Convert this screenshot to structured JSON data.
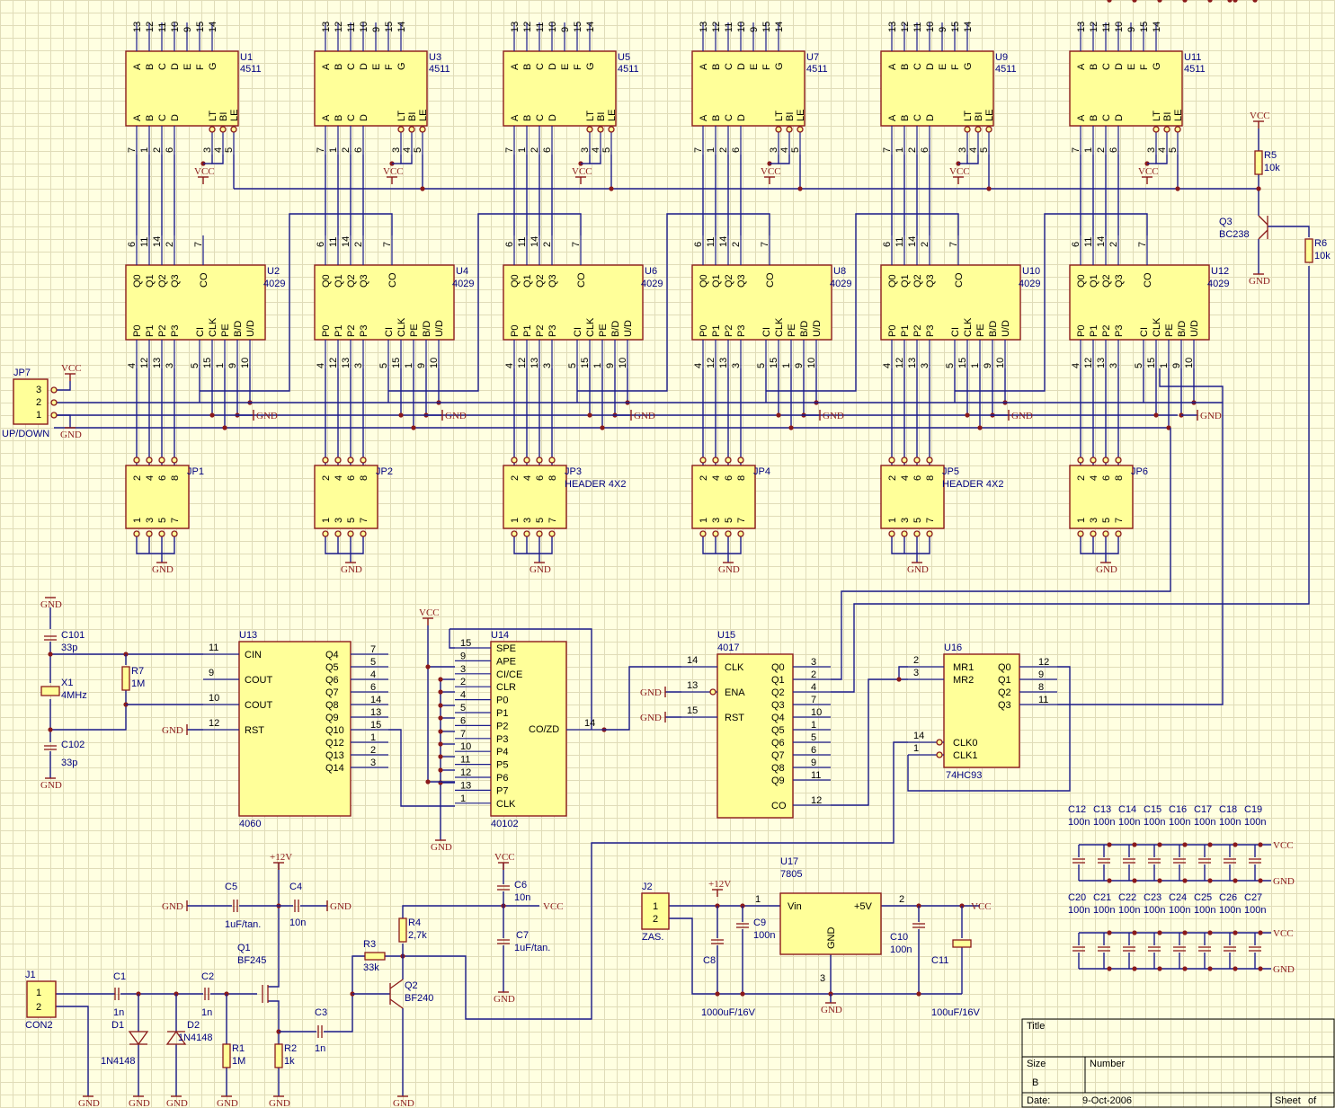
{
  "colors": {
    "background": "#ffffe1",
    "grid": "#e0dcb8",
    "wire": "#1c1c8c",
    "body_fill": "#ffff99",
    "body_border": "#8b1a1a",
    "text": "#000080"
  },
  "power": {
    "vcc": "VCC",
    "gnd": "GND",
    "p12": "+12V"
  },
  "decoders": [
    {
      "ref": "U1",
      "value": "4511"
    },
    {
      "ref": "U3",
      "value": "4511"
    },
    {
      "ref": "U5",
      "value": "4511"
    },
    {
      "ref": "U7",
      "value": "4511"
    },
    {
      "ref": "U9",
      "value": "4511"
    },
    {
      "ref": "U11",
      "value": "4511"
    }
  ],
  "decoder_pins": {
    "top_nums": [
      "13",
      "12",
      "11",
      "10",
      "9",
      "15",
      "14"
    ],
    "top_names": [
      "A",
      "B",
      "C",
      "D",
      "E",
      "F",
      "G"
    ],
    "bottom_names": [
      "A",
      "B",
      "C",
      "D",
      "LT",
      "BI",
      "LE"
    ],
    "bottom_nums": [
      "7",
      "1",
      "2",
      "6",
      "3",
      "4",
      "5"
    ]
  },
  "counters": [
    {
      "ref": "U2",
      "value": "4029"
    },
    {
      "ref": "U4",
      "value": "4029"
    },
    {
      "ref": "U6",
      "value": "4029"
    },
    {
      "ref": "U8",
      "value": "4029"
    },
    {
      "ref": "U10",
      "value": "4029"
    },
    {
      "ref": "U12",
      "value": "4029"
    }
  ],
  "counter_pins": {
    "top_nums": [
      "6",
      "11",
      "14",
      "2",
      "7"
    ],
    "top_names": [
      "Q0",
      "Q1",
      "Q2",
      "Q3",
      "CO"
    ],
    "bottom_names": [
      "P0",
      "P1",
      "P2",
      "P3",
      "CI",
      "CLK",
      "PE",
      "B/D",
      "U/D"
    ],
    "bottom_nums": [
      "4",
      "12",
      "13",
      "3",
      "5",
      "15",
      "1",
      "9",
      "10"
    ]
  },
  "headers": [
    {
      "ref": "JP1",
      "value": ""
    },
    {
      "ref": "JP2",
      "value": ""
    },
    {
      "ref": "JP3",
      "value": "HEADER 4X2"
    },
    {
      "ref": "JP4",
      "value": ""
    },
    {
      "ref": "JP5",
      "value": "HEADER 4X2"
    },
    {
      "ref": "JP6",
      "value": ""
    }
  ],
  "header_pins": {
    "top": [
      "2",
      "4",
      "6",
      "8"
    ],
    "bottom": [
      "1",
      "3",
      "5",
      "7"
    ]
  },
  "jp7": {
    "ref": "JP7",
    "label": "UP/DOWN",
    "pins": [
      "3",
      "2",
      "1"
    ]
  },
  "u13": {
    "ref": "U13",
    "value": "4060",
    "left_pins": [
      {
        "num": "11",
        "name": "CIN"
      },
      {
        "num": "9",
        "name": "COUT"
      },
      {
        "num": "10",
        "name": "COUT"
      },
      {
        "num": "12",
        "name": "RST"
      }
    ],
    "right_pins": [
      {
        "name": "Q4",
        "num": "7"
      },
      {
        "name": "Q5",
        "num": "5"
      },
      {
        "name": "Q6",
        "num": "4"
      },
      {
        "name": "Q7",
        "num": "6"
      },
      {
        "name": "Q8",
        "num": "14"
      },
      {
        "name": "Q9",
        "num": "13"
      },
      {
        "name": "Q10",
        "num": "15"
      },
      {
        "name": "Q12",
        "num": "1"
      },
      {
        "name": "Q13",
        "num": "2"
      },
      {
        "name": "Q14",
        "num": "3"
      }
    ]
  },
  "u14": {
    "ref": "U14",
    "value": "40102",
    "left_pins": [
      {
        "num": "15",
        "name": "SPE"
      },
      {
        "num": "9",
        "name": "APE"
      },
      {
        "num": "3",
        "name": "CI/CE"
      },
      {
        "num": "2",
        "name": "CLR"
      },
      {
        "num": "4",
        "name": "P0"
      },
      {
        "num": "5",
        "name": "P1"
      },
      {
        "num": "6",
        "name": "P2"
      },
      {
        "num": "7",
        "name": "P3"
      },
      {
        "num": "10",
        "name": "P4"
      },
      {
        "num": "11",
        "name": "P5"
      },
      {
        "num": "12",
        "name": "P6"
      },
      {
        "num": "13",
        "name": "P7"
      },
      {
        "num": "1",
        "name": "CLK"
      }
    ],
    "right_pin": {
      "num": "14",
      "name": "CO/ZD"
    }
  },
  "u15": {
    "ref": "U15",
    "value": "4017",
    "left_pins": [
      {
        "num": "14",
        "name": "CLK"
      },
      {
        "num": "13",
        "name": "ENA"
      },
      {
        "num": "15",
        "name": "RST"
      }
    ],
    "right_pins": [
      {
        "name": "Q0",
        "num": "3"
      },
      {
        "name": "Q1",
        "num": "2"
      },
      {
        "name": "Q2",
        "num": "4"
      },
      {
        "name": "Q3",
        "num": "7"
      },
      {
        "name": "Q4",
        "num": "10"
      },
      {
        "name": "Q5",
        "num": "1"
      },
      {
        "name": "Q6",
        "num": "5"
      },
      {
        "name": "Q7",
        "num": "6"
      },
      {
        "name": "Q8",
        "num": "9"
      },
      {
        "name": "Q9",
        "num": "11"
      },
      {
        "name": "CO",
        "num": "12"
      }
    ]
  },
  "u16": {
    "ref": "U16",
    "value": "74HC93",
    "left_pins": [
      {
        "num": "2",
        "name": "MR1"
      },
      {
        "num": "3",
        "name": "MR2"
      },
      {
        "num": "14",
        "name": "CLK0"
      },
      {
        "num": "1",
        "name": "CLK1"
      }
    ],
    "right_pins": [
      {
        "name": "Q0",
        "num": "12"
      },
      {
        "name": "Q1",
        "num": "9"
      },
      {
        "name": "Q2",
        "num": "8"
      },
      {
        "name": "Q3",
        "num": "11"
      }
    ]
  },
  "u17": {
    "ref": "U17",
    "value": "7805",
    "vin": "Vin",
    "vout": "+5V",
    "gnd": "GND",
    "pin1": "1",
    "pin2": "2",
    "pin3": "3"
  },
  "passives": {
    "c101": {
      "ref": "C101",
      "value": "33p"
    },
    "c102": {
      "ref": "C102",
      "value": "33p"
    },
    "x1": {
      "ref": "X1",
      "value": "4MHz"
    },
    "r7": {
      "ref": "R7",
      "value": "1M"
    },
    "r5": {
      "ref": "R5",
      "value": "10k"
    },
    "r6": {
      "ref": "R6",
      "value": "10k"
    },
    "q3": {
      "ref": "Q3",
      "value": "BC238"
    },
    "c5": {
      "ref": "C5",
      "value": "1uF/tan."
    },
    "c4": {
      "ref": "C4",
      "value": "10n"
    },
    "q1": {
      "ref": "Q1",
      "value": "BF245"
    },
    "c1": {
      "ref": "C1",
      "value": "1n"
    },
    "c2": {
      "ref": "C2",
      "value": "1n"
    },
    "d1": {
      "ref": "D1",
      "value": "1N4148"
    },
    "d2": {
      "ref": "D2",
      "value": "1N4148"
    },
    "r1": {
      "ref": "R1",
      "value": "1M"
    },
    "r2": {
      "ref": "R2",
      "value": "1k"
    },
    "c3": {
      "ref": "C3",
      "value": "1n"
    },
    "r3": {
      "ref": "R3",
      "value": "33k"
    },
    "r4": {
      "ref": "R4",
      "value": "2,7k"
    },
    "q2": {
      "ref": "Q2",
      "value": "BF240"
    },
    "c6": {
      "ref": "C6",
      "value": "10n"
    },
    "c7": {
      "ref": "C7",
      "value": "1uF/tan."
    },
    "j1": {
      "ref": "J1",
      "value": "CON2"
    },
    "j2": {
      "ref": "J2",
      "value": "ZAS."
    },
    "c8": {
      "ref": "C8",
      "value": "1000uF/16V"
    },
    "c9": {
      "ref": "C9",
      "value": "100n"
    },
    "c10": {
      "ref": "C10",
      "value": "100n"
    },
    "c11": {
      "ref": "C11",
      "value": "100uF/16V"
    }
  },
  "decoupling": {
    "row1_refs": [
      "C12",
      "C13",
      "C14",
      "C15",
      "C16",
      "C17",
      "C18",
      "C19"
    ],
    "row2_refs": [
      "C20",
      "C21",
      "C22",
      "C23",
      "C24",
      "C25",
      "C26",
      "C27"
    ],
    "value": "100n"
  },
  "title_block": {
    "title_label": "Title",
    "size_label": "Size",
    "size_value": "B",
    "number_label": "Number",
    "date_label": "Date:",
    "date_value": "9-Oct-2006",
    "sheet_label": "Sheet",
    "of_label": "of"
  }
}
